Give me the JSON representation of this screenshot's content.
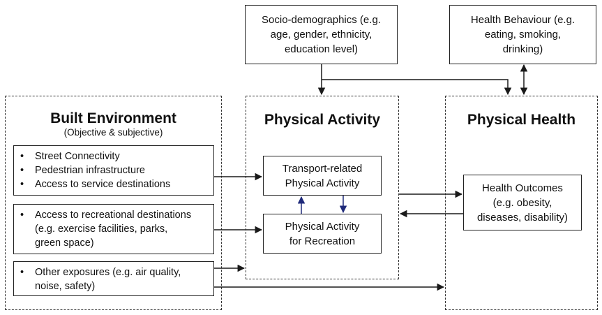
{
  "groups": {
    "built_environment": {
      "title": "Built Environment",
      "subtitle": "(Objective & subjective)",
      "box1_items": [
        "Street Connectivity",
        "Pedestrian infrastructure",
        "Access to service destinations"
      ],
      "box2_items": [
        "Access to recreational destinations\n(e.g. exercise facilities, parks,\ngreen space)"
      ],
      "box3_items": [
        "Other exposures (e.g. air quality,\nnoise, safety)"
      ]
    },
    "physical_activity": {
      "title": "Physical Activity",
      "transport_box": "Transport-related\nPhysical Activity",
      "recreation_box": "Physical Activity\nfor Recreation"
    },
    "physical_health": {
      "title": "Physical Health",
      "outcomes_box": "Health Outcomes\n(e.g. obesity,\ndiseases, disability)"
    }
  },
  "top_boxes": {
    "socio_demographics": "Socio-demographics (e.g.\nage, gender, ethnicity,\neducation level)",
    "health_behaviour": "Health Behaviour (e.g.\neating, smoking,\ndrinking)"
  },
  "colors": {
    "line": "#1a1a1a",
    "feedback_arrow": "#1f2a7a"
  }
}
